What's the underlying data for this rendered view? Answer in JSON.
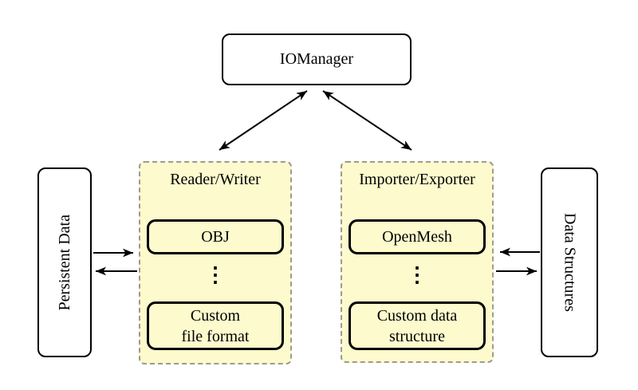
{
  "nodes": {
    "iomanager": "IOManager",
    "persistent_data": "Persistent Data",
    "data_structures": "Data Structures"
  },
  "panels": {
    "reader_writer": {
      "title": "Reader/Writer",
      "item_top": "OBJ",
      "ellipsis": "⋮",
      "item_bottom": "Custom\nfile format"
    },
    "importer_exporter": {
      "title": "Importer/Exporter",
      "item_top": "OpenMesh",
      "ellipsis": "⋮",
      "item_bottom": "Custom data\nstructure"
    }
  },
  "arrows": [
    {
      "name": "iomanager-readerwriter",
      "type": "double-headed"
    },
    {
      "name": "iomanager-importerexporter",
      "type": "double-headed"
    },
    {
      "name": "persistentdata-to-readerwriter",
      "type": "single"
    },
    {
      "name": "readerwriter-to-persistentdata",
      "type": "single"
    },
    {
      "name": "importerexporter-to-datastructures",
      "type": "single"
    },
    {
      "name": "datastructures-to-importerexporter",
      "type": "single"
    }
  ],
  "colors": {
    "background": "#FFFFFF",
    "panel_fill": "#FDFACD",
    "panel_dashed_border": "#9B9B96",
    "node_border": "#000000",
    "arrow": "#000000"
  }
}
